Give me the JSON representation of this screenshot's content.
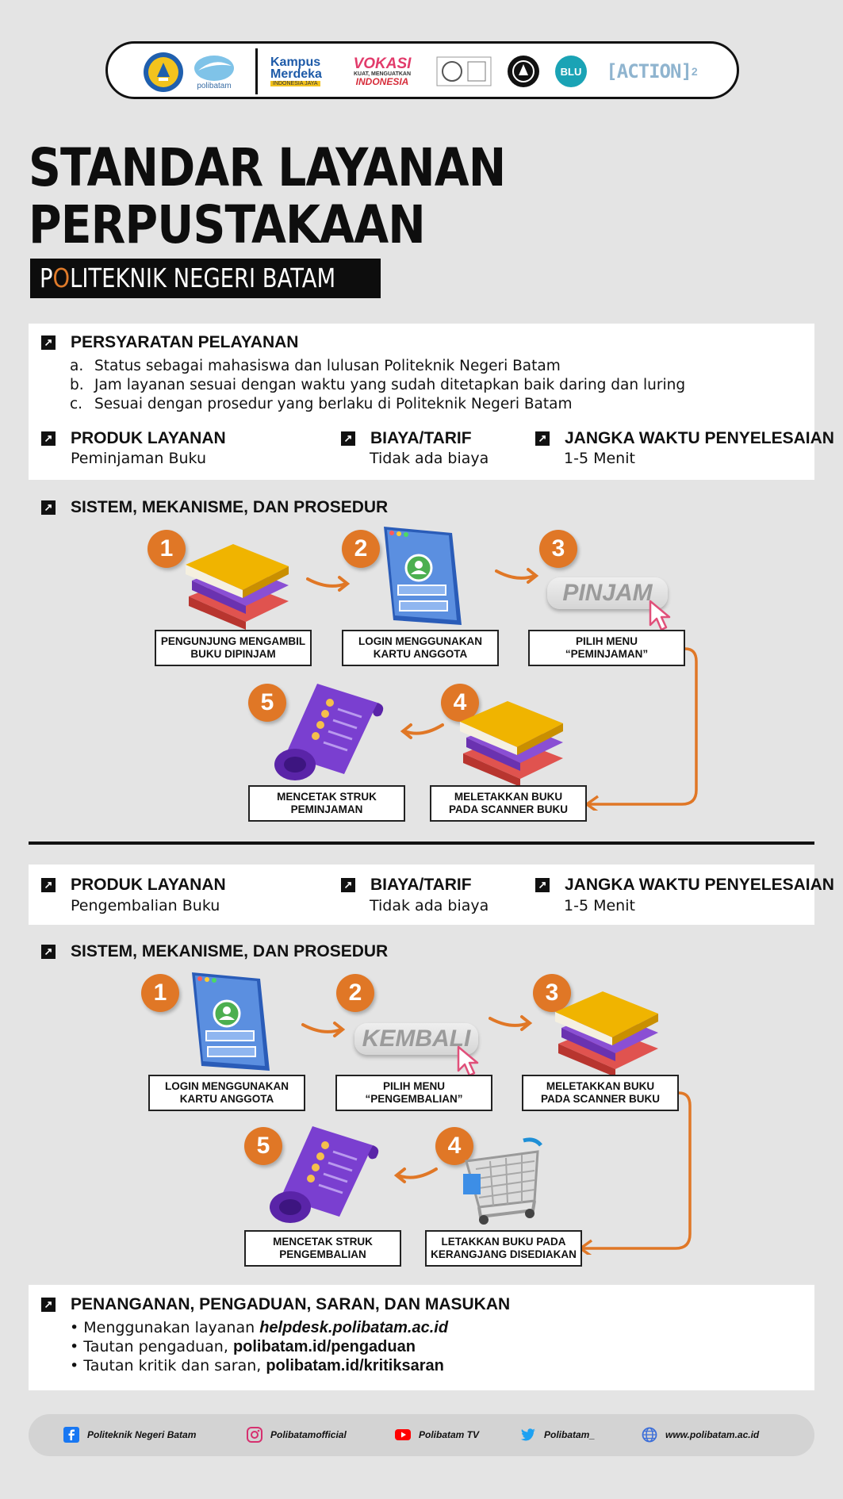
{
  "logos": {
    "polibatam": "polibatam",
    "kampus_merdeka_1": "Kampus",
    "kampus_merdeka_2": "Merdeka",
    "kampus_merdeka_3": "INDONESIA JAYA",
    "vokasi_1": "VOKASI",
    "vokasi_2": "KUAT, MENGUATKAN",
    "vokasi_3": "INDONESIA",
    "blu": "BLU",
    "action": "[ACTION]",
    "action_sup": "2"
  },
  "title": {
    "line1": "STANDAR LAYANAN",
    "line2": "PERPUSTAKAAN",
    "subtitle_first": "P",
    "subtitle_accent": "O",
    "subtitle_rest": "LITEKNIK NEGERI BATAM"
  },
  "requirements": {
    "heading": "PERSYARATAN PELAYANAN",
    "items": [
      {
        "letter": "a.",
        "text": "Status sebagai mahasiswa dan lulusan Politeknik Negeri Batam"
      },
      {
        "letter": "b.",
        "text": "Jam layanan sesuai dengan waktu yang sudah ditetapkan baik daring dan luring"
      },
      {
        "letter": "c.",
        "text": "Sesuai dengan prosedur yang berlaku di Politeknik Negeri Batam"
      }
    ]
  },
  "service1": {
    "product_label": "PRODUK LAYANAN",
    "product_value": "Peminjaman Buku",
    "fee_label": "BIAYA/TARIF",
    "fee_value": "Tidak ada biaya",
    "time_label": "JANGKA WAKTU PENYELESAIAN",
    "time_value": "1-5 Menit",
    "procedure_heading": "SISTEM, MEKANISME, DAN PROSEDUR",
    "menu_button": "PINJAM",
    "steps": [
      {
        "num": "1",
        "caption": "PENGUNJUNG MENGAMBIL\nBUKU DIPINJAM"
      },
      {
        "num": "2",
        "caption": "LOGIN MENGGUNAKAN\nKARTU ANGGOTA"
      },
      {
        "num": "3",
        "caption": "PILIH MENU\n“PEMINJAMAN”"
      },
      {
        "num": "4",
        "caption": "MELETAKKAN BUKU\nPADA SCANNER BUKU"
      },
      {
        "num": "5",
        "caption": "MENCETAK STRUK\nPEMINJAMAN"
      }
    ]
  },
  "service2": {
    "product_label": "PRODUK LAYANAN",
    "product_value": "Pengembalian Buku",
    "fee_label": "BIAYA/TARIF",
    "fee_value": "Tidak ada biaya",
    "time_label": "JANGKA WAKTU PENYELESAIAN",
    "time_value": "1-5 Menit",
    "procedure_heading": "SISTEM, MEKANISME, DAN PROSEDUR",
    "menu_button": "KEMBALI",
    "steps": [
      {
        "num": "1",
        "caption": "LOGIN MENGGUNAKAN\nKARTU ANGGOTA"
      },
      {
        "num": "2",
        "caption": "PILIH MENU\n“PENGEMBALIAN”"
      },
      {
        "num": "3",
        "caption": "MELETAKKAN BUKU\nPADA SCANNER BUKU"
      },
      {
        "num": "4",
        "caption": "LETAKKAN BUKU PADA\nKERANGJANG DISEDIAKAN"
      },
      {
        "num": "5",
        "caption": "MENCETAK STRUK\nPENGEMBALIAN"
      }
    ]
  },
  "complaints": {
    "heading": "PENANGANAN, PENGADUAN, SARAN, DAN MASUKAN",
    "items": [
      {
        "prefix": "Menggunakan layanan ",
        "link": "helpdesk.polibatam.ac.id"
      },
      {
        "prefix": "Tautan pengaduan, ",
        "link": "polibatam.id/pengaduan"
      },
      {
        "prefix": "Tautan kritik dan saran, ",
        "link": "polibatam.id/kritiksaran"
      }
    ]
  },
  "footer": {
    "facebook": "Politeknik Negeri Batam",
    "instagram": "Polibatamofficial",
    "youtube": "Polibatam TV",
    "twitter": "Polibatam_",
    "website": "www.polibatam.ac.id"
  },
  "colors": {
    "accent": "#e07726",
    "background": "#e4e4e4",
    "dark": "#111111"
  }
}
